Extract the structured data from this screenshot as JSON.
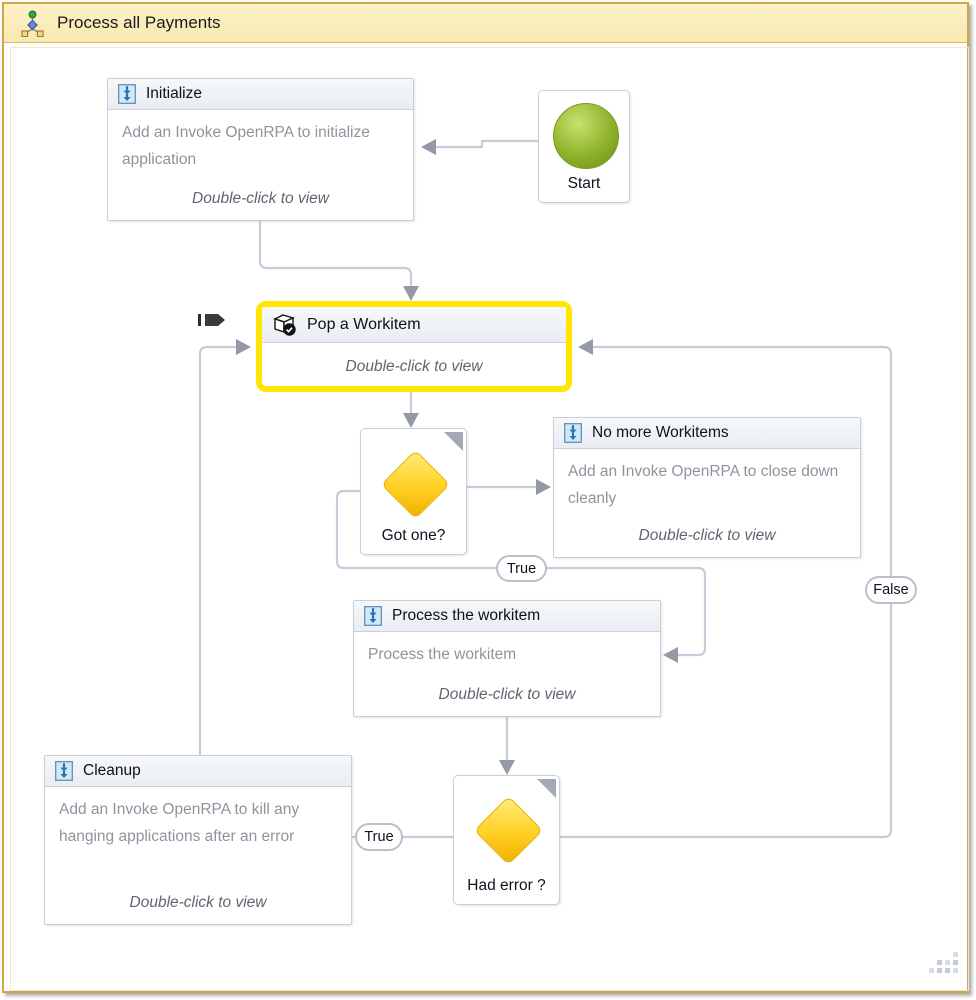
{
  "window": {
    "title": "Process all Payments"
  },
  "colors": {
    "selection_yellow": "#FFE500",
    "diamond_yellow": "#FFD023",
    "start_green": "#8FB22C",
    "connector_gray": "#C7CCD9",
    "titlebar_bg": "#FBEDBD",
    "window_border": "#D2A445"
  },
  "icons": {
    "titlebar": "flowchart-icon",
    "activity_header": "sequence-icon",
    "pop_workitem": "workitem-cube-icon",
    "breakpoint": "breakpoint-flag-icon",
    "decision_corner": "collapse-corner-icon",
    "resize": "resize-grip-icon"
  },
  "nodes": {
    "initialize": {
      "title": "Initialize",
      "body": "Add an Invoke OpenRPA to initialize application",
      "hint": "Double-click to view"
    },
    "start": {
      "label": "Start"
    },
    "pop_workitem": {
      "title": "Pop a Workitem",
      "hint": "Double-click to view"
    },
    "got_one": {
      "label": "Got one?"
    },
    "no_more_workitems": {
      "title": "No more Workitems",
      "body": "Add an Invoke OpenRPA to close down cleanly",
      "hint": "Double-click to view"
    },
    "process_workitem": {
      "title": "Process the workitem",
      "body": "Process the workitem",
      "hint": "Double-click to view"
    },
    "cleanup": {
      "title": "Cleanup",
      "body": "Add an Invoke OpenRPA to kill any hanging applications after an error",
      "hint": "Double-click to view"
    },
    "had_error": {
      "label": "Had error ?"
    }
  },
  "connector_labels": {
    "got_one_true": "True",
    "had_error_false": "False",
    "had_error_true": "True"
  }
}
